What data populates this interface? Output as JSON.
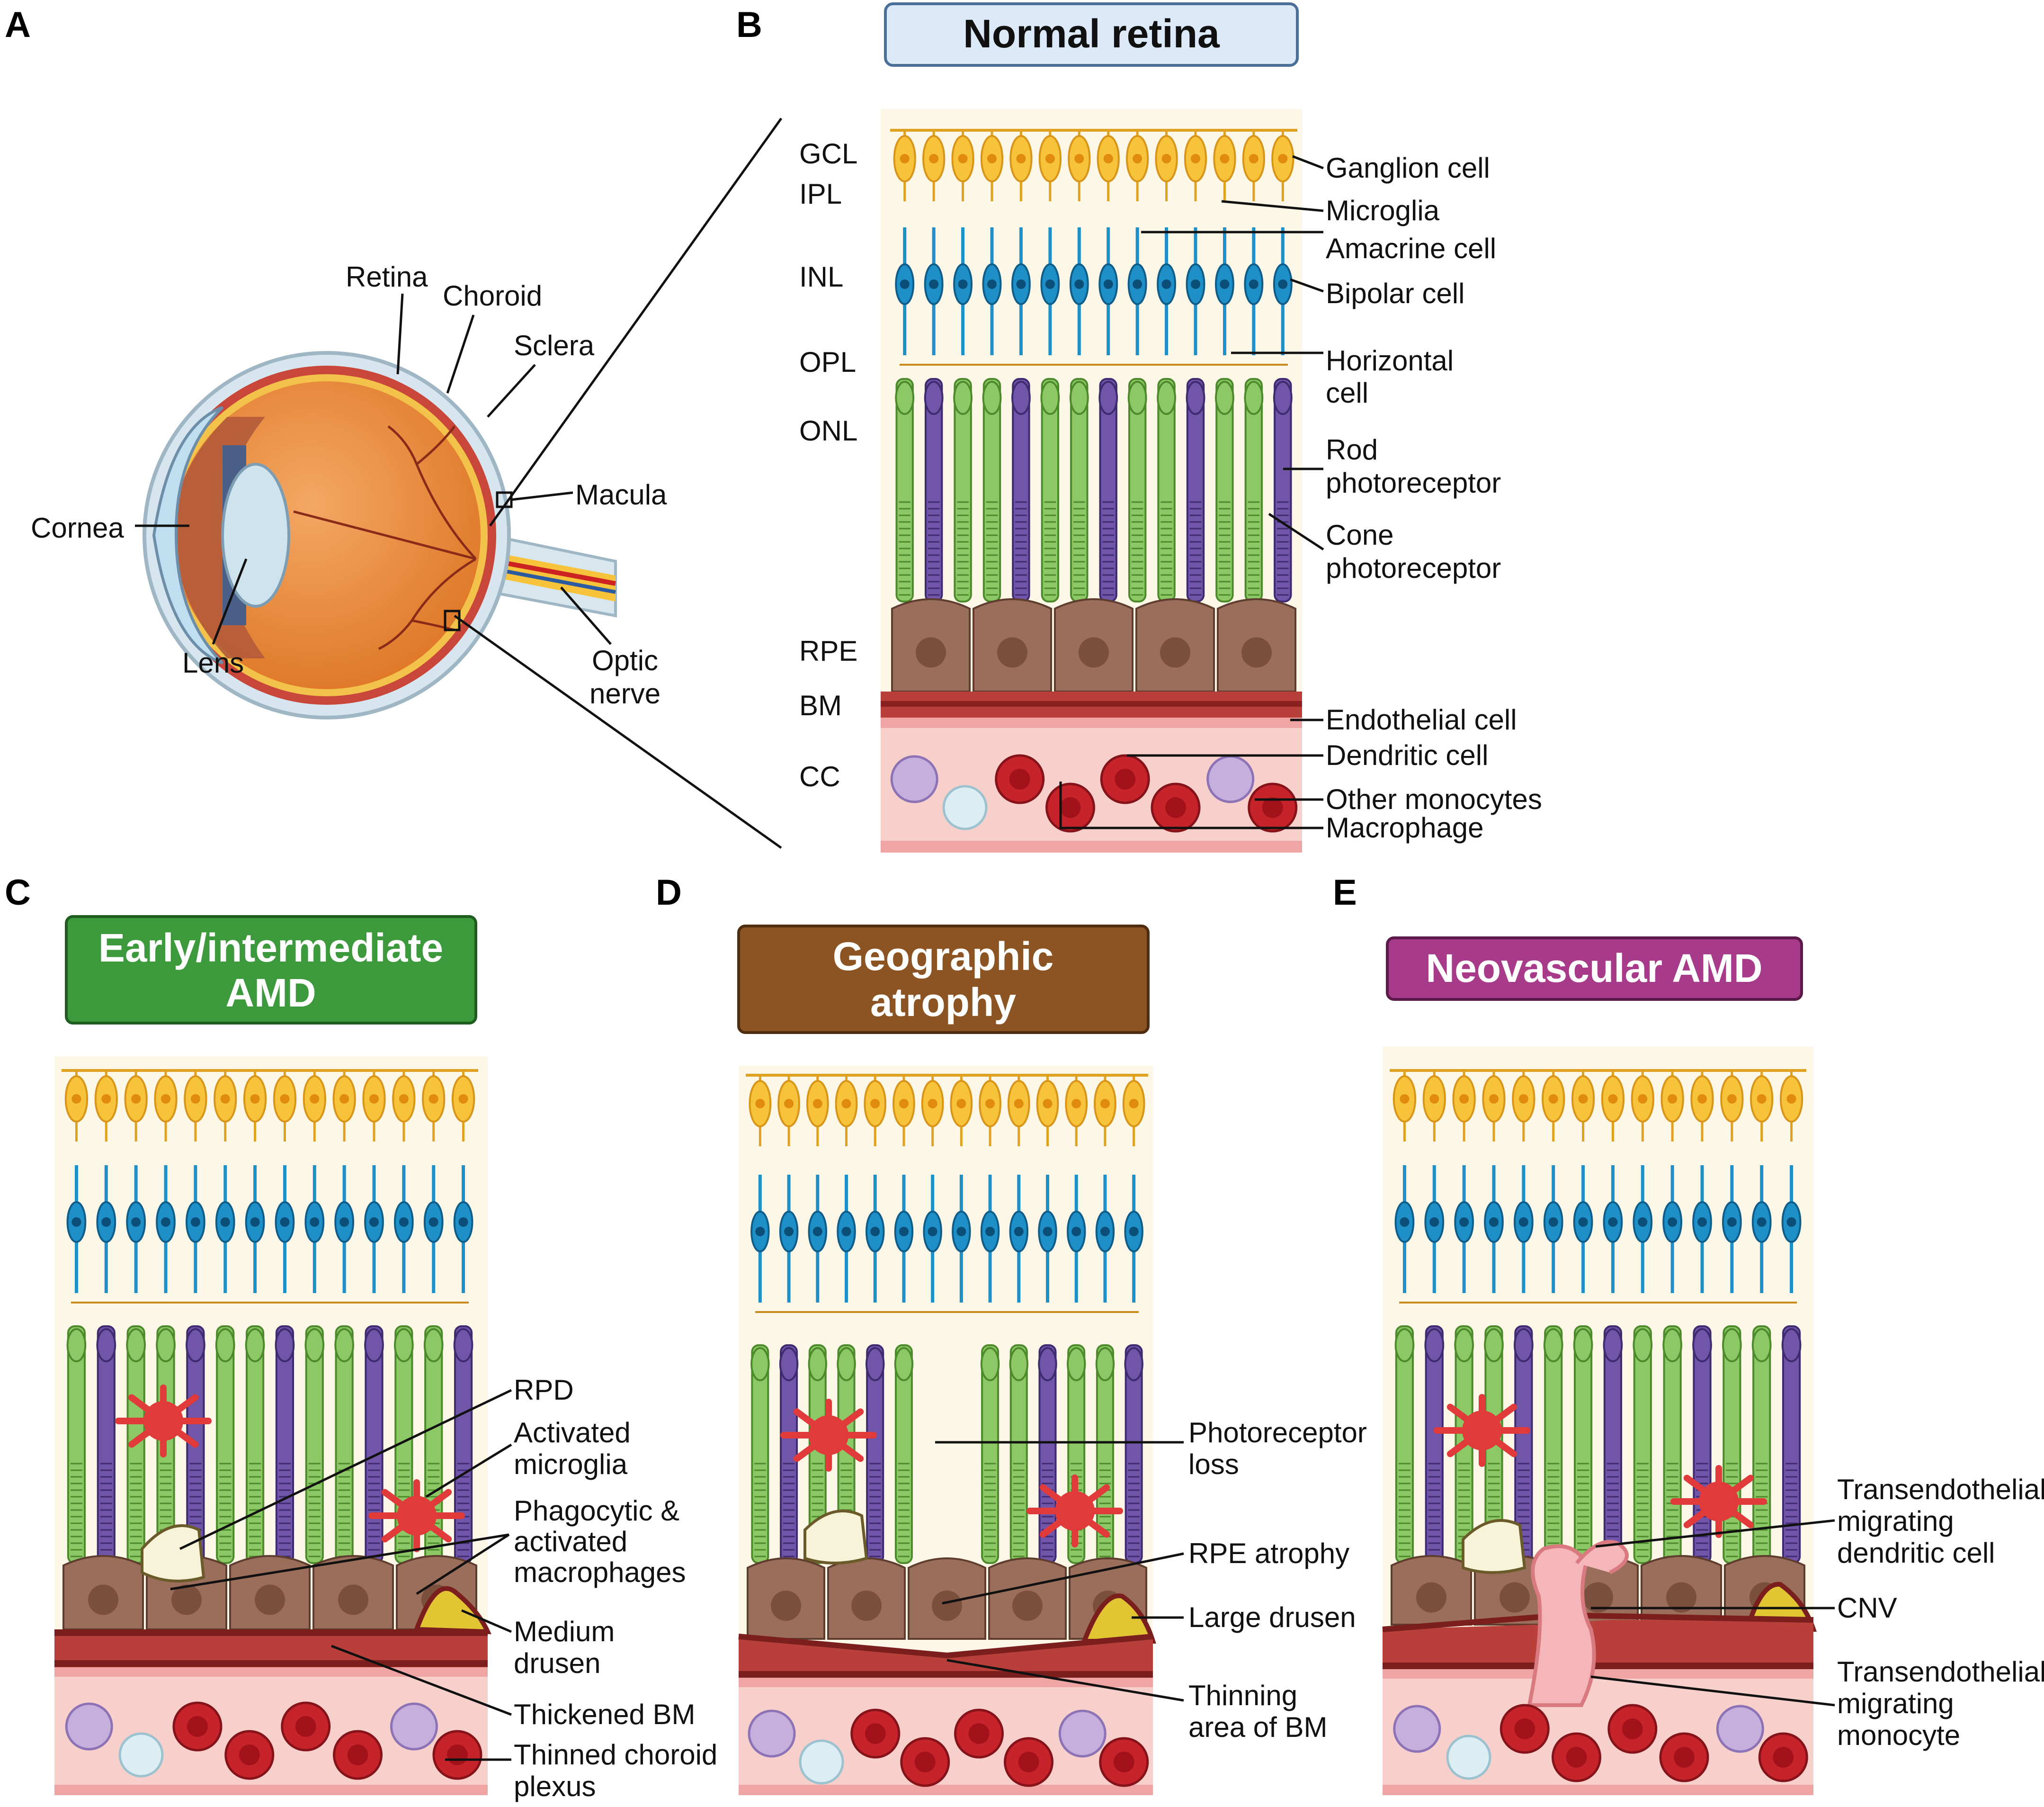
{
  "panels": {
    "a": "A",
    "b": "B",
    "c": "C",
    "d": "D",
    "e": "E"
  },
  "titles": {
    "b": "Normal retina",
    "c1": "Early/intermediate",
    "c2": "AMD",
    "d1": "Geographic",
    "d2": "atrophy",
    "e": "Neovascular AMD"
  },
  "colors": {
    "normal": "#dbe9f8",
    "early": "#3c9a3c",
    "ga": "#8b5422",
    "nv": "#a83a8a"
  },
  "eye": {
    "retina": "Retina",
    "choroid": "Choroid",
    "sclera": "Sclera",
    "macula": "Macula",
    "cornea": "Cornea",
    "lens": "Lens",
    "optic1": "Optic",
    "optic2": "nerve"
  },
  "layers": {
    "gcl": "GCL",
    "ipl": "IPL",
    "inl": "INL",
    "opl": "OPL",
    "onl": "ONL",
    "rpe": "RPE",
    "bm": "BM",
    "cc": "CC"
  },
  "cells": {
    "ganglion": "Ganglion cell",
    "microglia": "Microglia",
    "amacrine": "Amacrine cell",
    "bipolar": "Bipolar cell",
    "horizontal1": "Horizontal",
    "horizontal2": "cell",
    "rod1": "Rod",
    "rod2": "photoreceptor",
    "cone1": "Cone",
    "cone2": "photoreceptor",
    "endothelial": "Endothelial cell",
    "dendritic": "Dendritic cell",
    "monocytes": "Other monocytes",
    "macrophage": "Macrophage"
  },
  "early": {
    "rpd": "RPD",
    "act1": "Activated",
    "act2": "microglia",
    "phago1": "Phagocytic &",
    "phago2": "activated",
    "phago3": "macrophages",
    "med1": "Medium",
    "med2": "drusen",
    "thick": "Thickened BM",
    "thin1": "Thinned choroid",
    "thin2": "plexus"
  },
  "ga": {
    "pl1": "Photoreceptor",
    "pl2": "loss",
    "rpea": "RPE atrophy",
    "large": "Large drusen",
    "th1": "Thinning",
    "th2": "area of BM"
  },
  "nv": {
    "td1": "Transendothelial",
    "td2": "migrating",
    "td3": "dendritic cell",
    "cnv": "CNV",
    "tm1": "Transendothelial",
    "tm2": "migrating",
    "tm3": "monocyte"
  }
}
